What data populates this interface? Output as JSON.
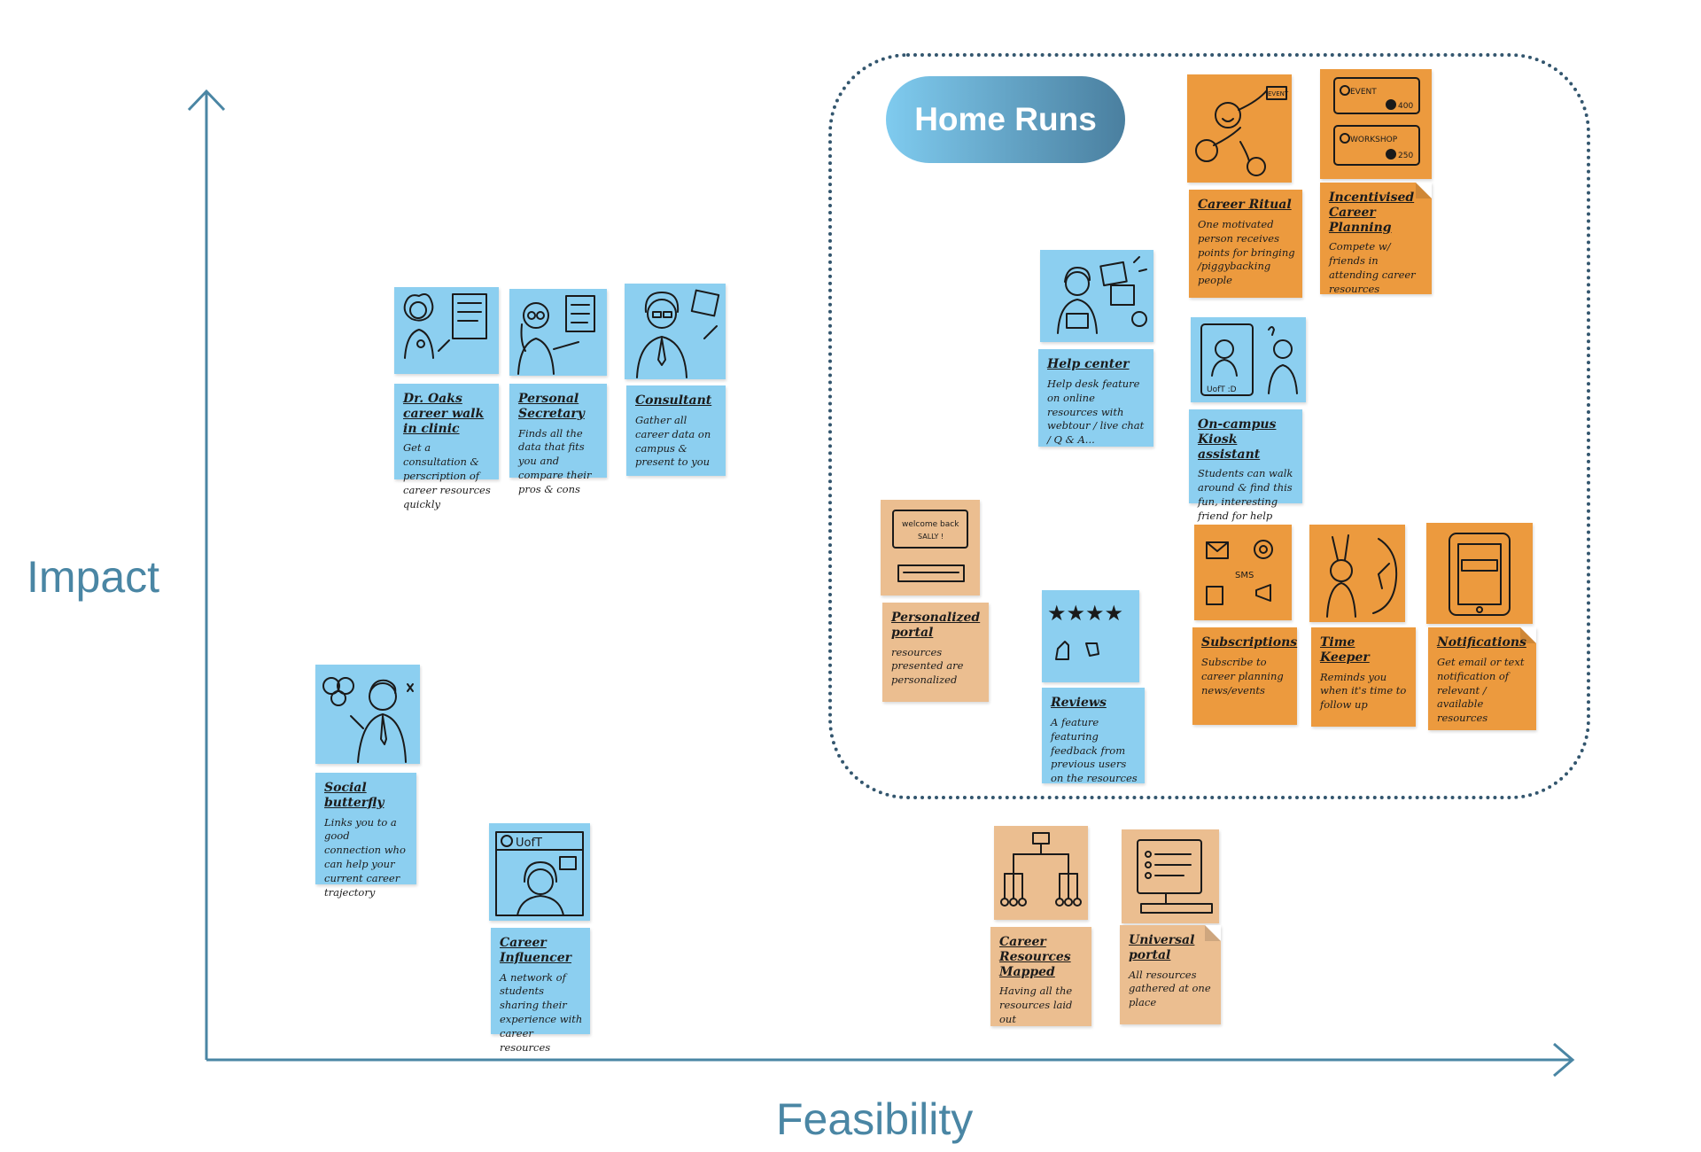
{
  "axes": {
    "y_label": "Impact",
    "x_label": "Feasibility"
  },
  "zone": {
    "label": "Home Runs"
  },
  "notes": {
    "dr_oaks": {
      "title": "Dr. Oaks career walk in clinic",
      "desc": "Get a consultation & perscription of career resources quickly"
    },
    "personal_secretary": {
      "title": "Personal Secretary",
      "desc": "Finds all the data that fits you and compare their pros & cons"
    },
    "consultant": {
      "title": "Consultant",
      "desc": "Gather all career data on campus & present to you"
    },
    "social_butterfly": {
      "title": "Social butterfly",
      "desc": "Links you to a good connection who can help your current career trajectory"
    },
    "career_influencer": {
      "title": "Career Influencer",
      "desc": "A network of students sharing their experience with career resources",
      "sketch_text": "UofT"
    },
    "career_ritual": {
      "title": "Career Ritual",
      "desc": "One motivated person receives points for bringing /piggybacking people",
      "sketch_text": "EVENT"
    },
    "incentivised": {
      "title": "Incentivised Career Planning",
      "desc": "Compete w/ friends in attending career resources",
      "sketch": {
        "event_label": "EVENT",
        "event_points": "400",
        "workshop_label": "WORKSHOP",
        "workshop_points": "250"
      }
    },
    "help_center": {
      "title": "Help center",
      "desc": "Help desk feature on online resources with webtour / live chat / Q & A..."
    },
    "kiosk": {
      "title": "On-campus Kiosk assistant",
      "desc": "Students can walk around & find this fun, interesting friend for help",
      "sketch_text": "UofT :D"
    },
    "personalized_portal": {
      "title": "Personalized portal",
      "desc": "resources presented are personalized",
      "sketch_text": "welcome back SALLY !"
    },
    "reviews": {
      "title": "Reviews",
      "desc": "A feature featuring feedback from previous users on the resources"
    },
    "subscriptions": {
      "title": "Subscriptions",
      "desc": "Subscribe to career planning news/events",
      "sketch_text": "SMS"
    },
    "time_keeper": {
      "title": "Time Keeper",
      "desc": "Reminds you when it's time to follow up"
    },
    "notifications": {
      "title": "Notifications",
      "desc": "Get email or text notification of relevant / available resources"
    },
    "resources_mapped": {
      "title": "Career Resources Mapped",
      "desc": "Having all the resources laid out"
    },
    "universal_portal": {
      "title": "Universal portal",
      "desc": "All resources gathered at one place"
    }
  }
}
